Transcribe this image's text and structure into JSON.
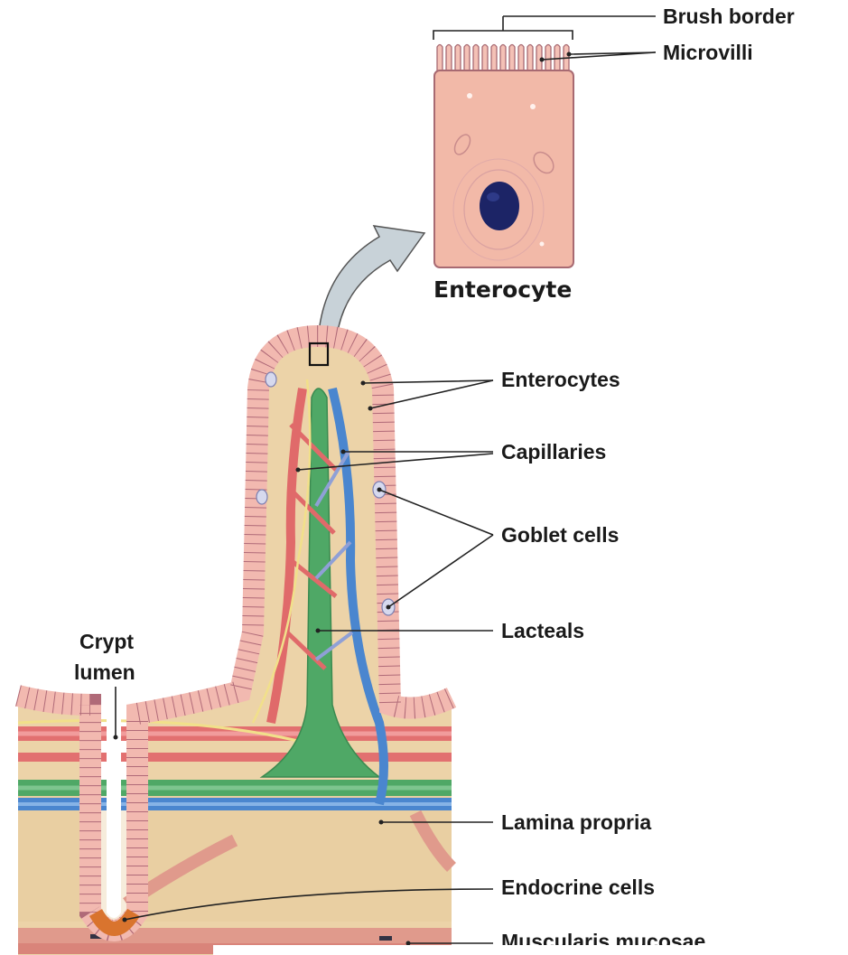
{
  "diagram": {
    "labels": {
      "brush_border": "Brush border",
      "microvilli": "Microvilli",
      "enterocyte": "Enterocyte",
      "enterocytes": "Enterocytes",
      "capillaries": "Capillaries",
      "goblet_cells": "Goblet cells",
      "lacteals": "Lacteals",
      "crypt_line1": "Crypt",
      "crypt_line2": "lumen",
      "lamina_propria": "Lamina propria",
      "endocrine_cells": "Endocrine cells",
      "muscularis_mucosae": "Muscularis mucosae"
    },
    "colors": {
      "epithelium": "#f2b9b0",
      "cell_outline": "#b06a78",
      "tissue": "#ecd3a8",
      "capillary_red": "#e06a6a",
      "capillary_blue": "#4a86cf",
      "lacteal_green": "#4fa866",
      "nucleus": "#1c2466",
      "muscle": "#e09a8c",
      "arrow": "#c8d2d8"
    }
  }
}
